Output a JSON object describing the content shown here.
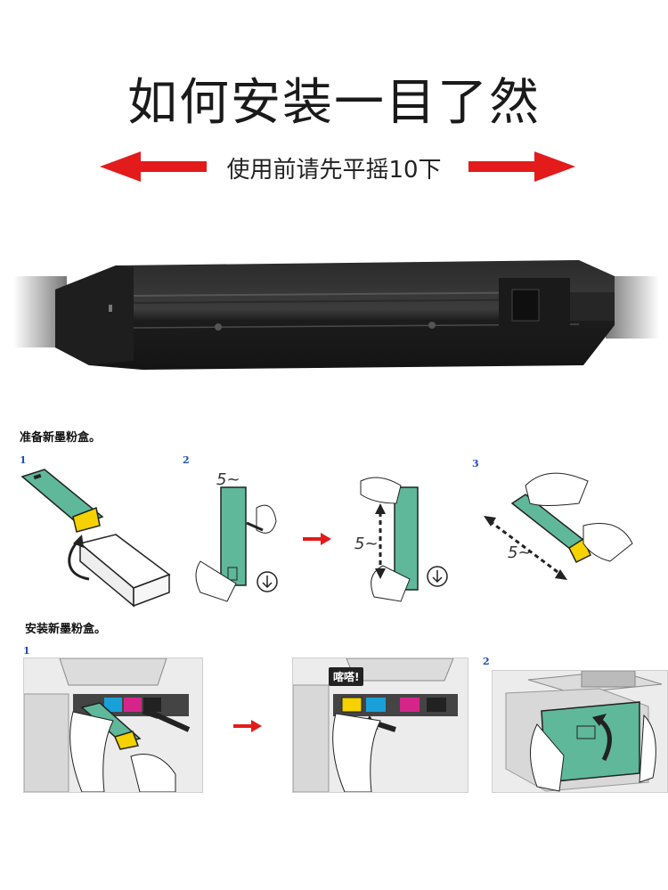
{
  "header": {
    "title": "如何安装一目了然",
    "subtitle": "使用前请先平摇10下"
  },
  "colors": {
    "arrow_red": "#e31b1b",
    "toner_green": "#5fb89a",
    "toner_yellow": "#f5d200",
    "cyan": "#1aa0d8",
    "magenta": "#d6258a"
  },
  "sections": {
    "prepare": {
      "label": "准备新墨粉盒。",
      "steps": [
        "1",
        "2",
        "3"
      ],
      "shake_count_a": "5~",
      "shake_count_b": "5~",
      "shake_count_c": "5~"
    },
    "install": {
      "label": "安装新墨粉盒。",
      "steps": [
        "1",
        "2"
      ],
      "click_label": "喀嗒!"
    }
  }
}
